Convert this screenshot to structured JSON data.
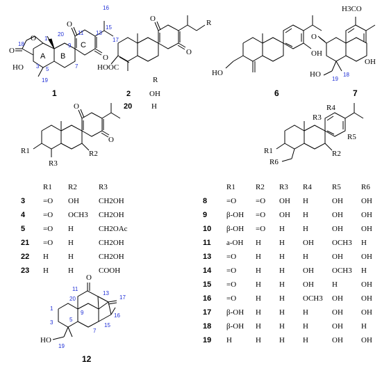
{
  "struct1": {
    "numbers": [
      "1",
      "18",
      "20",
      "11",
      "9",
      "13",
      "15",
      "16",
      "17",
      "3",
      "5",
      "7",
      "19"
    ],
    "atoms": [
      "O",
      "O",
      "O",
      "O",
      "HO"
    ],
    "rings": [
      "A",
      "B",
      "C"
    ],
    "id": "1"
  },
  "struct2": {
    "atoms": [
      "O",
      "O",
      "HOOC",
      "R"
    ],
    "table_header": "R",
    "rows": [
      {
        "id": "2",
        "r": "OH"
      },
      {
        "id": "20",
        "r": "H"
      }
    ]
  },
  "struct6": {
    "atoms": [
      "HO",
      "OH"
    ],
    "id": "6"
  },
  "struct7": {
    "atoms": [
      "H3CO",
      "O",
      "HO",
      "OH"
    ],
    "numbers": [
      "19",
      "18"
    ],
    "id": "7"
  },
  "struct3": {
    "atoms": [
      "O",
      "O",
      "R1",
      "R2",
      "R3"
    ],
    "headers": [
      "R1",
      "R2",
      "R3"
    ],
    "rows": [
      {
        "id": "3",
        "c": [
          "=O",
          "OH",
          "CH2OH"
        ]
      },
      {
        "id": "4",
        "c": [
          "=O",
          "OCH3",
          "CH2OH"
        ]
      },
      {
        "id": "5",
        "c": [
          "=O",
          "H",
          "CH2OAc"
        ]
      },
      {
        "id": "21",
        "c": [
          "=O",
          "H",
          "CH2OH"
        ]
      },
      {
        "id": "22",
        "c": [
          "H",
          "H",
          "CH2OH"
        ]
      },
      {
        "id": "23",
        "c": [
          "H",
          "H",
          "COOH"
        ]
      }
    ]
  },
  "struct8": {
    "atoms": [
      "R4",
      "R3",
      "R5",
      "R1",
      "R2",
      "R6"
    ],
    "headers": [
      "R1",
      "R2",
      "R3",
      "R4",
      "R5",
      "R6"
    ],
    "rows": [
      {
        "id": "8",
        "c": [
          "=O",
          "=O",
          "OH",
          "H",
          "OH",
          "OH"
        ]
      },
      {
        "id": "9",
        "c": [
          "β-OH",
          "=O",
          "OH",
          "H",
          "OH",
          "OH"
        ]
      },
      {
        "id": "10",
        "c": [
          "β-OH",
          "=O",
          "H",
          "H",
          "OH",
          "OH"
        ]
      },
      {
        "id": "11",
        "c": [
          "a-OH",
          "H",
          "H",
          "OH",
          "OCH3",
          "H"
        ]
      },
      {
        "id": "13",
        "c": [
          "=O",
          "H",
          "H",
          "H",
          "OH",
          "OH"
        ]
      },
      {
        "id": "14",
        "c": [
          "=O",
          "H",
          "H",
          "OH",
          "OCH3",
          "H"
        ]
      },
      {
        "id": "15",
        "c": [
          "=O",
          "H",
          "H",
          "OH",
          "H",
          "OH"
        ]
      },
      {
        "id": "16",
        "c": [
          "=O",
          "H",
          "H",
          "OCH3",
          "OH",
          "OH"
        ]
      },
      {
        "id": "17",
        "c": [
          "β-OH",
          "H",
          "H",
          "H",
          "OH",
          "OH"
        ]
      },
      {
        "id": "18",
        "c": [
          "β-OH",
          "H",
          "H",
          "H",
          "OH",
          "H"
        ]
      },
      {
        "id": "19",
        "c": [
          "H",
          "H",
          "H",
          "H",
          "OH",
          "OH"
        ]
      }
    ]
  },
  "struct12": {
    "atoms": [
      "O",
      "HO"
    ],
    "numbers": [
      "11",
      "13",
      "17",
      "20",
      "9",
      "16",
      "1",
      "15",
      "3",
      "5",
      "7",
      "19"
    ],
    "id": "12"
  }
}
